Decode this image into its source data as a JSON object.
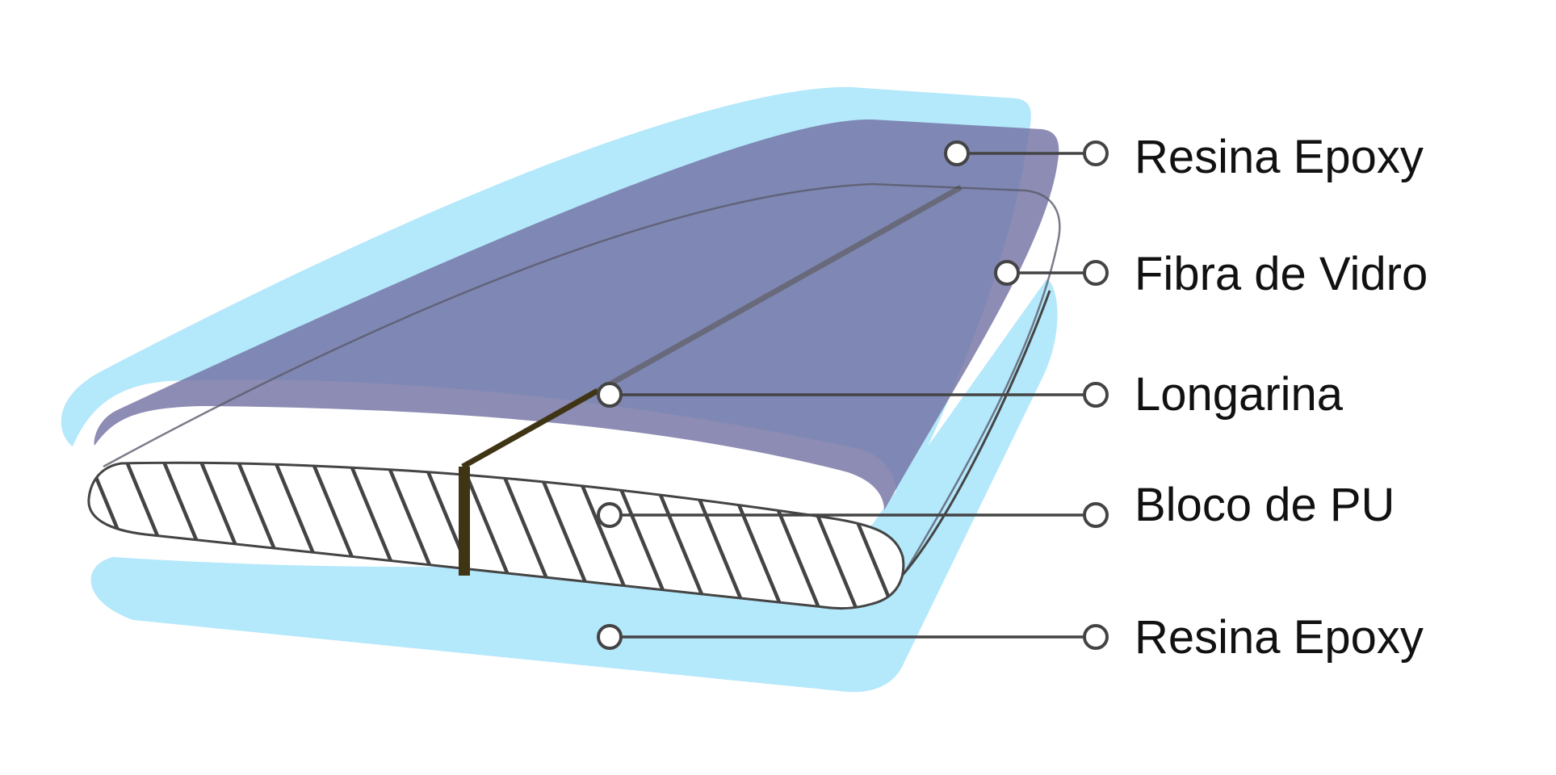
{
  "labels": [
    {
      "text": "Resina Epoxy"
    },
    {
      "text": "Fibra de Vidro"
    },
    {
      "text": "Longarina"
    },
    {
      "text": "Bloco de PU"
    },
    {
      "text": "Resina Epoxy"
    }
  ],
  "colors": {
    "epoxy": "#b4e8fb",
    "fiberglass": "#7373a3",
    "stringer": "#3f3515",
    "line": "#444444",
    "text": "#111111"
  }
}
